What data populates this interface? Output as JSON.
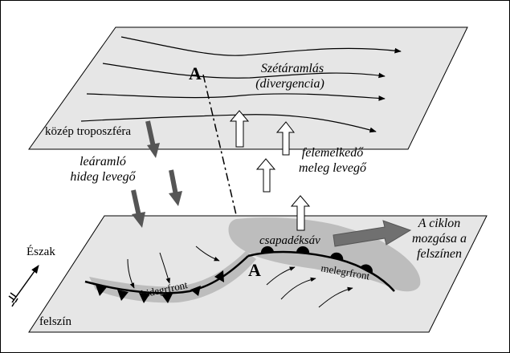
{
  "planes": {
    "upper": {
      "label": "közép troposzféra"
    },
    "lower": {
      "label": "felszín"
    }
  },
  "labels": {
    "divergence_line1": "Szétáramlás",
    "divergence_line2": "(divergencia)",
    "descending_line1": "leáramló",
    "descending_line2": "hideg levegő",
    "rising_line1": "felemelkedő",
    "rising_line2": "meleg levegő",
    "precip_band": "csapadéksáv",
    "motion_line1": "A ciklon",
    "motion_line2": "mozgása a",
    "motion_line3": "felszínen",
    "cold_front": "hidegrfront",
    "warm_front": "melegrfront",
    "low_upper": "A",
    "low_surface": "A",
    "north": "Észak"
  },
  "colors": {
    "plane_fill": "#e6e6e6",
    "precip_fill": "#bdbdbd",
    "down_arrow": "#555555",
    "motion_arrow": "#707070",
    "line": "#000000"
  }
}
